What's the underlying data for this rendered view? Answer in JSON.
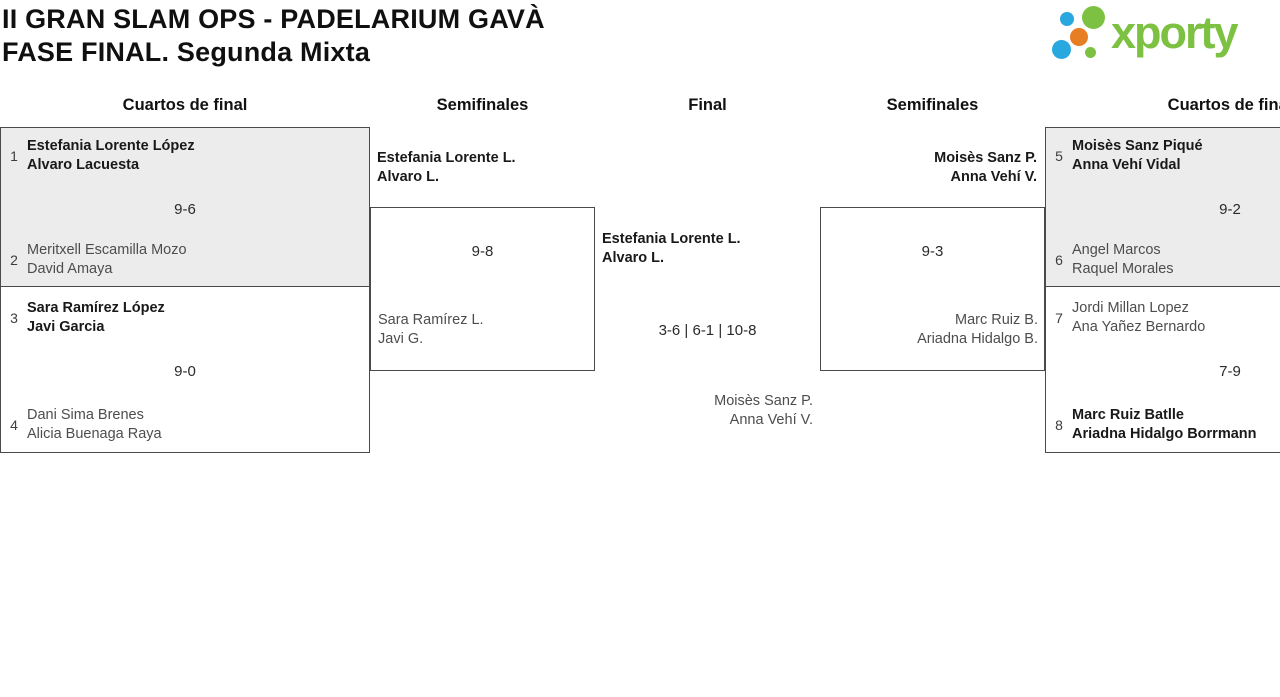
{
  "header": {
    "title_line1": "II GRAN SLAM OPS - PADELARIUM GAVÀ",
    "title_line2": "FASE FINAL. Segunda Mixta"
  },
  "logo": {
    "text": "xporty",
    "green": "#7CC142",
    "blue": "#29A8E0",
    "orange": "#E87E23"
  },
  "colors": {
    "winner_text": "#191919",
    "loser_text": "#4d4d4d",
    "box_border": "#4a4a4a",
    "box_gray_bg": "#ececec"
  },
  "round_headers": {
    "qf_left": "Cuartos de final",
    "sf_left": "Semifinales",
    "final": "Final",
    "sf_right": "Semifinales",
    "qf_right": "Cuartos de final"
  },
  "quarterfinals": [
    {
      "top": {
        "seed": "1",
        "players": [
          "Estefania Lorente López",
          "Alvaro Lacuesta"
        ]
      },
      "score": "9-6",
      "bottom": {
        "seed": "2",
        "players": [
          "Meritxell Escamilla Mozo",
          "David Amaya"
        ]
      }
    },
    {
      "top": {
        "seed": "3",
        "players": [
          "Sara Ramírez López",
          "Javi Garcia"
        ]
      },
      "score": "9-0",
      "bottom": {
        "seed": "4",
        "players": [
          "Dani Sima Brenes",
          "Alicia Buenaga Raya"
        ]
      }
    },
    {
      "top": {
        "seed": "5",
        "players": [
          "Moisès Sanz Piqué",
          "Anna Vehí Vidal"
        ]
      },
      "score": "9-2",
      "bottom": {
        "seed": "6",
        "players": [
          "Angel Marcos",
          "Raquel Morales"
        ]
      }
    },
    {
      "top": {
        "seed": "7",
        "players": [
          "Jordi Millan Lopez",
          "Ana Yañez Bernardo"
        ]
      },
      "score": "7-9",
      "bottom": {
        "seed": "8",
        "players": [
          "Marc Ruiz Batlle",
          "Ariadna Hidalgo Borrmann"
        ]
      }
    }
  ],
  "semifinals": [
    {
      "winner": [
        "Estefania Lorente L.",
        "Alvaro L."
      ],
      "score": "9-8",
      "loser": [
        "Sara Ramírez L.",
        "Javi G."
      ]
    },
    {
      "winner": [
        "Moisès Sanz P.",
        "Anna Vehí V."
      ],
      "score": "9-3",
      "loser": [
        "Marc Ruiz B.",
        "Ariadna Hidalgo B."
      ]
    }
  ],
  "final": {
    "winner": [
      "Estefania Lorente L.",
      "Alvaro L."
    ],
    "score": "3-6 | 6-1 | 10-8",
    "loser": [
      "Moisès Sanz P.",
      "Anna Vehí V."
    ]
  }
}
